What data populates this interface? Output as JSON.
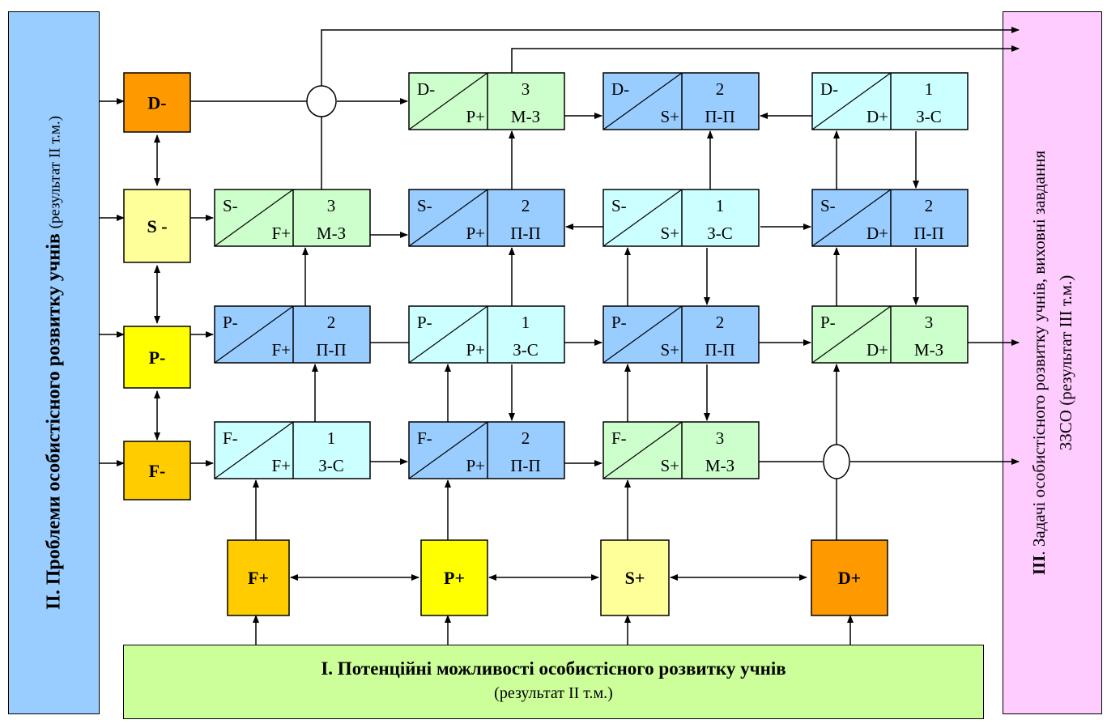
{
  "left_panel": {
    "title": "ІІ. Проблеми особистісного розвитку учнів",
    "subtitle": "(результат ІІ т.м.)"
  },
  "right_panel": {
    "line1_bold": "ІІІ",
    "line1_rest": ". Задачі особистісного розвитку учнів, виховні завдання",
    "line2": "ЗЗСО (результат ІІІ т.м.)"
  },
  "bottom_panel": {
    "title": "І. Потенційні можливості особистісного розвитку учнів",
    "subtitle": "(результат ІІ т.м.)"
  },
  "colors": {
    "green": "#ccffcc",
    "blue": "#99ccff",
    "cyan": "#ccffff",
    "orange_dark": "#ff9900",
    "orange": "#ffcc00",
    "yellow": "#ffff00",
    "yellow_pale": "#ffff99"
  },
  "minus_factors": [
    {
      "id": "D",
      "label": "D-",
      "color": "orange_dark"
    },
    {
      "id": "S",
      "label": "S -",
      "color": "yellow_pale"
    },
    {
      "id": "P",
      "label": "P-",
      "color": "yellow"
    },
    {
      "id": "F",
      "label": "F-",
      "color": "orange"
    }
  ],
  "plus_factors": [
    {
      "id": "F",
      "label": "F+",
      "color": "orange"
    },
    {
      "id": "P",
      "label": "P+",
      "color": "yellow"
    },
    {
      "id": "S",
      "label": "S+",
      "color": "yellow_pale"
    },
    {
      "id": "D",
      "label": "D+",
      "color": "orange_dark"
    }
  ],
  "cells": [
    {
      "id": "D-P",
      "top": "D-",
      "bottom": "P+",
      "num": "3",
      "code": "М-З",
      "color": "green"
    },
    {
      "id": "D-S",
      "top": "D-",
      "bottom": "S+",
      "num": "2",
      "code": "П-П",
      "color": "blue"
    },
    {
      "id": "D-D",
      "top": "D-",
      "bottom": "D+",
      "num": "1",
      "code": "З-С",
      "color": "cyan"
    },
    {
      "id": "S-F",
      "top": "S-",
      "bottom": "F+",
      "num": "3",
      "code": "М-З",
      "color": "green"
    },
    {
      "id": "S-P",
      "top": "S-",
      "bottom": "P+",
      "num": "2",
      "code": "П-П",
      "color": "blue"
    },
    {
      "id": "S-S",
      "top": "S-",
      "bottom": "S+",
      "num": "1",
      "code": "З-С",
      "color": "cyan"
    },
    {
      "id": "S-D",
      "top": "S-",
      "bottom": "D+",
      "num": "2",
      "code": "П-П",
      "color": "blue"
    },
    {
      "id": "P-F",
      "top": "P-",
      "bottom": "F+",
      "num": "2",
      "code": "П-П",
      "color": "blue"
    },
    {
      "id": "P-P",
      "top": "P-",
      "bottom": "P+",
      "num": "1",
      "code": "З-С",
      "color": "cyan"
    },
    {
      "id": "P-S",
      "top": "P-",
      "bottom": "S+",
      "num": "2",
      "code": "П-П",
      "color": "blue"
    },
    {
      "id": "P-D",
      "top": "P-",
      "bottom": "D+",
      "num": "3",
      "code": "М-З",
      "color": "green"
    },
    {
      "id": "F-F",
      "top": "F-",
      "bottom": "F+",
      "num": "1",
      "code": "З-С",
      "color": "cyan"
    },
    {
      "id": "F-P",
      "top": "F-",
      "bottom": "P+",
      "num": "2",
      "code": "П-П",
      "color": "blue"
    },
    {
      "id": "F-S",
      "top": "F-",
      "bottom": "S+",
      "num": "3",
      "code": "М-З",
      "color": "green"
    }
  ]
}
